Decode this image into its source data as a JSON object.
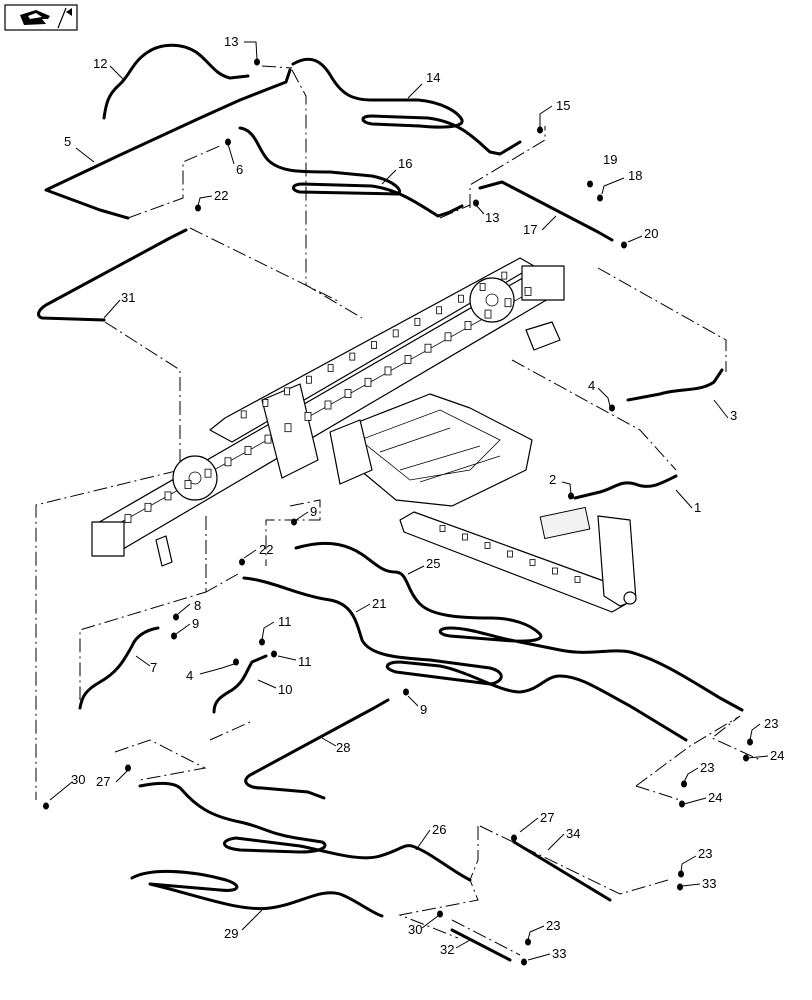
{
  "nav_icon": {
    "name": "page-flip-hand-icon"
  },
  "callouts": [
    "12",
    "13",
    "14",
    "5",
    "6",
    "15",
    "16",
    "19",
    "18",
    "13",
    "17",
    "20",
    "22",
    "31",
    "4",
    "3",
    "2",
    "1",
    "9",
    "22",
    "25",
    "21",
    "8",
    "9",
    "11",
    "7",
    "4",
    "11",
    "10",
    "9",
    "28",
    "23",
    "24",
    "23",
    "24",
    "30",
    "27",
    "26",
    "27",
    "34",
    "23",
    "33",
    "29",
    "30",
    "23",
    "32",
    "33"
  ]
}
